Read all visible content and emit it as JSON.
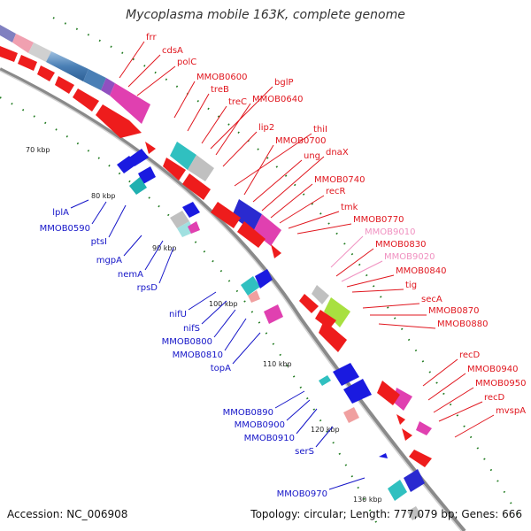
{
  "title": "Mycoplasma mobile 163K, complete genome",
  "footer": {
    "accession": "Accession: NC_006908",
    "topology": "Topology: circular; Length: 777,079 bp; Genes: 666"
  },
  "colors": {
    "plus_label": "#e0161e",
    "minus_label": "#1515c8",
    "pseudo_label": "#f090c0",
    "ring": "#8a8a8a",
    "tick": "#1f7a1f"
  },
  "ticks": [
    "70 kbp",
    "80 kbp",
    "90 kbp",
    "100 kbp",
    "110 kbp",
    "120 kbp",
    "130 kbp"
  ],
  "plus_labels": [
    "frr",
    "cdsA",
    "polC",
    "MMOB0600",
    "treB",
    "treC",
    "bglP",
    "MMOB0640",
    "lip2",
    "thiI",
    "MMOB0700",
    "ung",
    "dnaX",
    "MMOB0740",
    "recR",
    "tmk",
    "MMOB0770",
    "MMOB9010",
    "MMOB0830",
    "MMOB9020",
    "MMOB0840",
    "tig",
    "secA",
    "MMOB0870",
    "MMOB0880",
    "recD",
    "MMOB0940",
    "MMOB0950",
    "recD",
    "mvspA"
  ],
  "minus_labels": [
    "lplA",
    "MMOB0590",
    "ptsI",
    "mgpA",
    "nemA",
    "rpsD",
    "nifU",
    "nifS",
    "MMOB0800",
    "MMOB0810",
    "topA",
    "MMOB0890",
    "MMOB0900",
    "MMOB0910",
    "serS",
    "MMOB0970"
  ]
}
